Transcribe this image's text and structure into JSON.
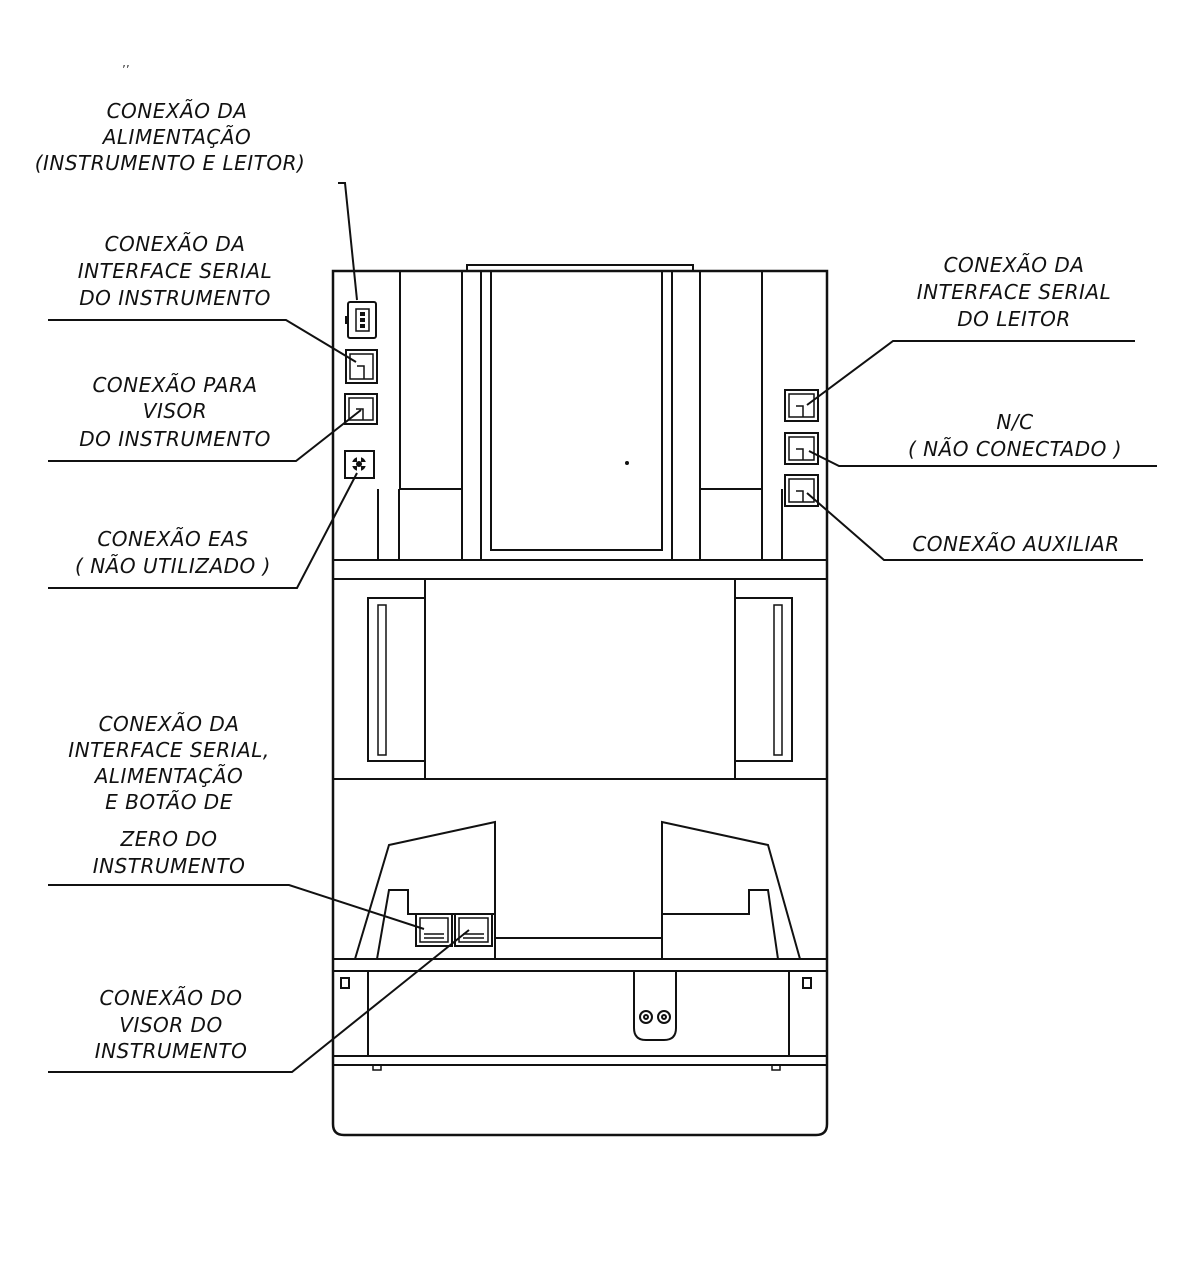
{
  "mark": "’’",
  "labels": {
    "power": [
      "CONEXÃO DA",
      "ALIMENTAÇÃO",
      "(INSTRUMENTO E LEITOR)"
    ],
    "serial_instr": [
      "CONEXÃO DA",
      "INTERFACE SERIAL",
      "DO INSTRUMENTO"
    ],
    "display_instr": [
      "CONEXÃO PARA",
      "VISOR",
      "DO INSTRUMENTO"
    ],
    "eas": [
      "CONEXÃO EAS",
      "( NÃO UTILIZADO )"
    ],
    "serial_power_zero": [
      "CONEXÃO DA",
      "INTERFACE SERIAL,",
      "ALIMENTAÇÃO",
      "E BOTÃO DE",
      "ZERO DO",
      "INSTRUMENTO"
    ],
    "display_conn": [
      "CONEXÃO DO",
      "VISOR DO",
      "INSTRUMENTO"
    ],
    "serial_reader": [
      "CONEXÃO DA",
      "INTERFACE SERIAL",
      "DO LEITOR"
    ],
    "nc": [
      "N/C",
      "( NÃO CONECTADO )"
    ],
    "aux": [
      "CONEXÃO AUXILIAR"
    ]
  }
}
